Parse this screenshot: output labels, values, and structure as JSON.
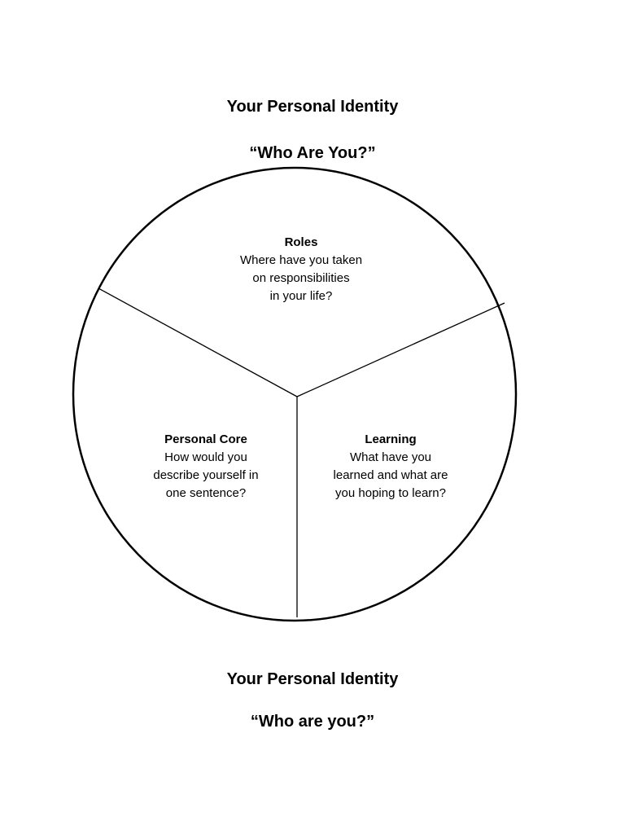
{
  "header": {
    "title": "Your Personal Identity",
    "subtitle": "“Who Are You?”"
  },
  "diagram": {
    "sections": {
      "roles": {
        "title": "Roles",
        "lines": [
          "Where have you taken",
          "on responsibilities",
          "in your life?"
        ]
      },
      "personal_core": {
        "title": "Personal Core",
        "lines": [
          "How would you",
          "describe yourself in",
          "one sentence?"
        ]
      },
      "learning": {
        "title": "Learning",
        "lines": [
          "What have you",
          "learned and what are",
          "you hoping to learn?"
        ]
      }
    }
  },
  "footer": {
    "title": "Your Personal Identity",
    "subtitle": "“Who are you?”"
  }
}
